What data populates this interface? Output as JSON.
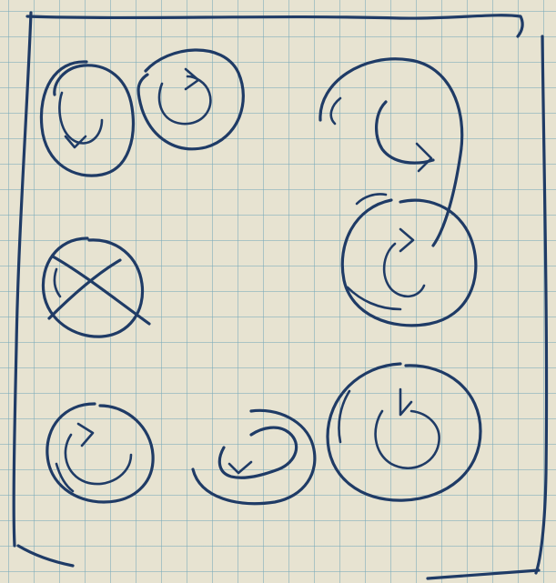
{
  "sheet": {
    "paper_color": "#e7e3d1",
    "grid_color": "#78aab9",
    "ink_color": "#1f3b66"
  },
  "symbols": [
    {
      "id": "circle-arrow-top-left-1",
      "glyph": "clockwise-arrow-in-circle"
    },
    {
      "id": "circle-arrow-top-left-2",
      "glyph": "clockwise-arrow-in-circle"
    },
    {
      "id": "spiral-arrow-top-right",
      "glyph": "spiral-arrow"
    },
    {
      "id": "circle-arrow-right-middle",
      "glyph": "clockwise-arrow-in-circle"
    },
    {
      "id": "crossed-circle-left",
      "glyph": "crossed-out-circle"
    },
    {
      "id": "circle-arrow-bottom-left",
      "glyph": "clockwise-arrow-in-circle"
    },
    {
      "id": "open-arrow-bottom-middle",
      "glyph": "counterclockwise-open-arrow"
    },
    {
      "id": "circle-arrow-bottom-right",
      "glyph": "clockwise-arrow-in-circle"
    }
  ]
}
